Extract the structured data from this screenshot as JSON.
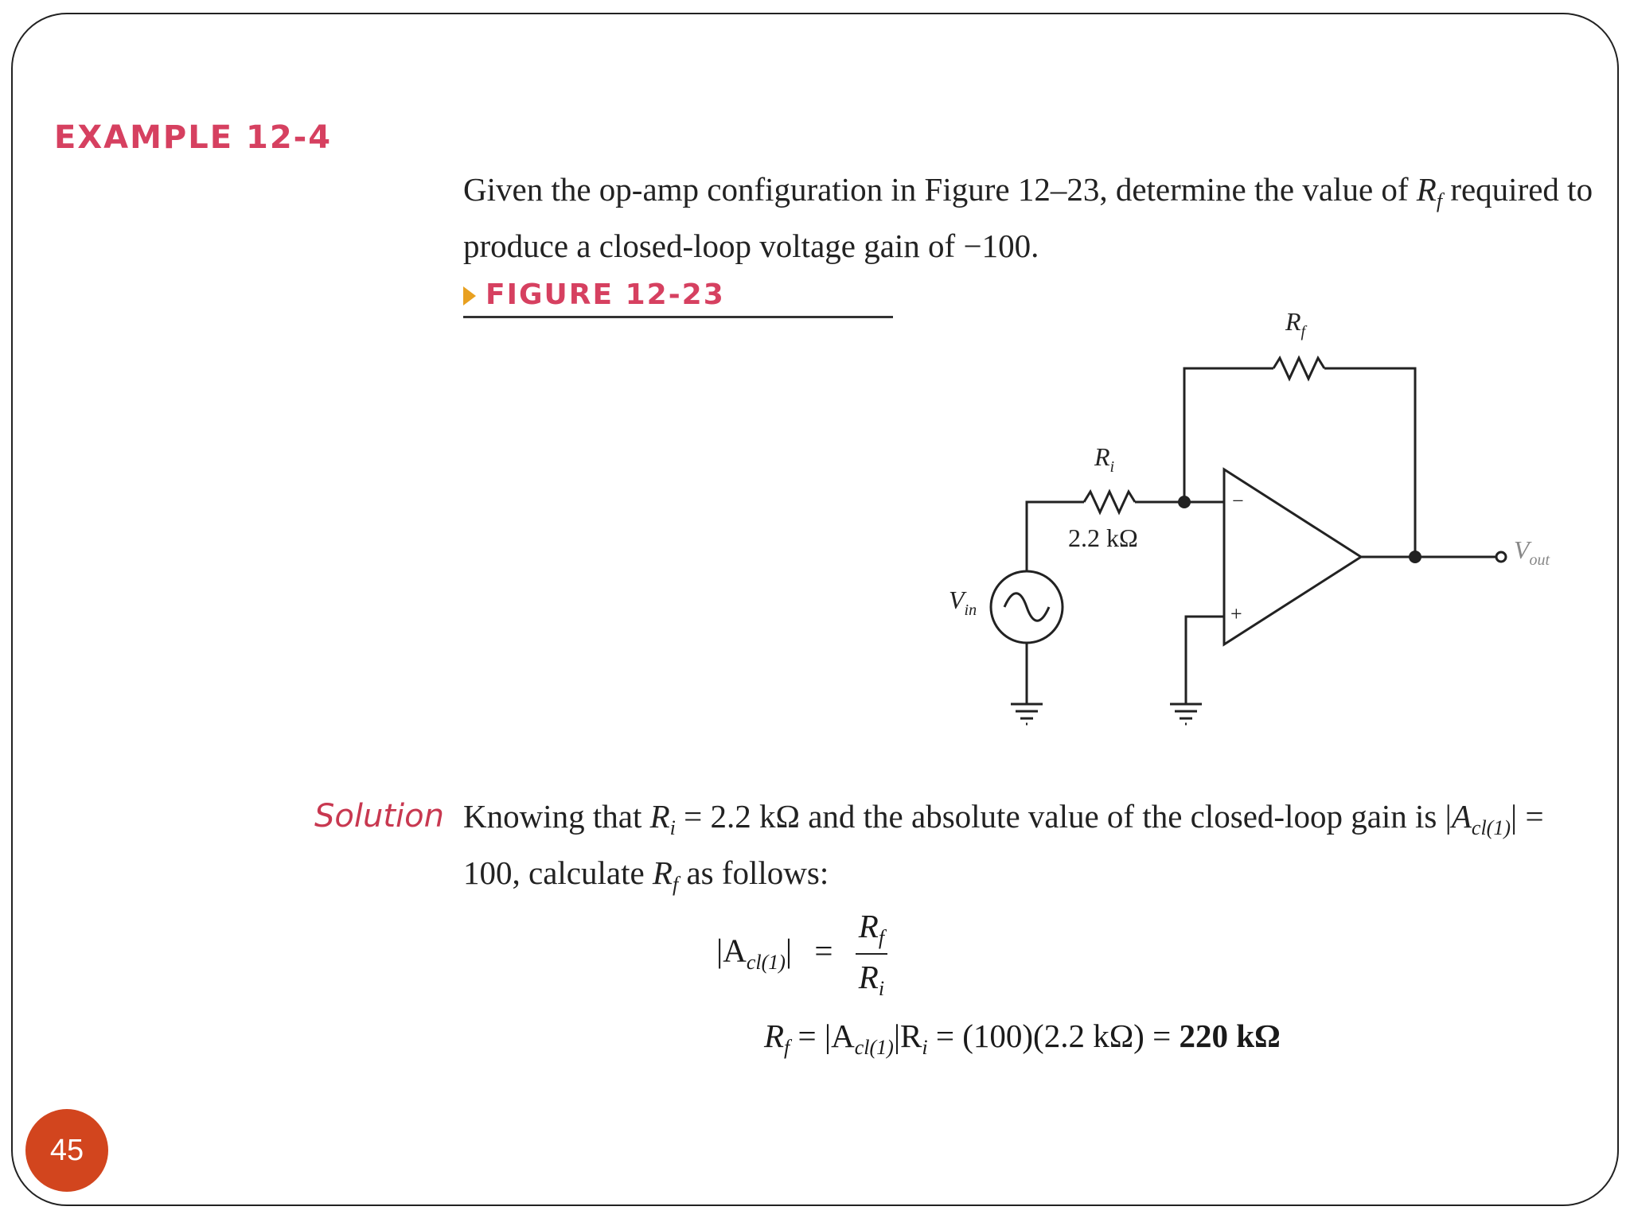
{
  "example": {
    "title": "EXAMPLE 12-4"
  },
  "problem": {
    "text_1": "Given the op-amp configuration in Figure 12–23, determine the value of ",
    "var": "R",
    "var_sub": "f",
    "text_2": " required to produce a closed-loop voltage gain of −100."
  },
  "figure": {
    "label": "FIGURE 12-23",
    "rf_label": "R",
    "rf_sub": "f",
    "ri_label": "R",
    "ri_sub": "i",
    "ri_value": "2.2 kΩ",
    "vin_label": "V",
    "vin_sub": "in",
    "vout_label": "V",
    "vout_sub": "out",
    "minus_sign": "−",
    "plus_sign": "+"
  },
  "solution": {
    "label": "Solution",
    "text_1": "Knowing that ",
    "text_2": " = 2.2 kΩ and the absolute value of the closed-loop gain is |",
    "text_3": "| = 100, calculate ",
    "text_4": " as follows:"
  },
  "equations": {
    "lhs": "|A",
    "lhs_sub": "cl(1)",
    "lhs_end": "|",
    "equals": "=",
    "num": "R",
    "num_sub": "f",
    "den": "R",
    "den_sub": "i",
    "eq2_rf": "R",
    "eq2_rf_sub": "f",
    "eq2_mid": " = |A",
    "eq2_mid_sub": "cl(1)",
    "eq2_mid_end": "|R",
    "eq2_ri_sub": "i",
    "eq2_calc": " = (100)(2.2 kΩ) = ",
    "eq2_result": "220 kΩ"
  },
  "slide": {
    "page_number": "45"
  }
}
